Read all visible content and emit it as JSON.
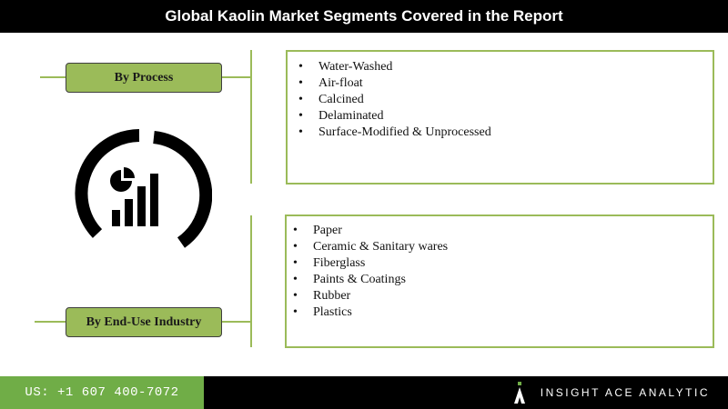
{
  "title": "Global Kaolin Market Segments Covered in the Report",
  "segments": [
    {
      "label": "By Process",
      "items": [
        "Water-Washed",
        "Air-float",
        "Calcined",
        "Delaminated",
        "Surface-Modified & Unprocessed"
      ]
    },
    {
      "label": "By End-Use Industry",
      "items": [
        "Paper",
        "Ceramic & Sanitary wares",
        "Fiberglass",
        "Paints & Coatings",
        "Rubber",
        "Plastics"
      ]
    }
  ],
  "icon": "bar-chart-pie-icon",
  "footer": {
    "phone": "US: +1 607 400-7072",
    "brand": "INSIGHT ACE ANALYTIC",
    "brand_logo_icon": "insight-ace-logo-icon"
  },
  "colors": {
    "accent_green": "#9bbb59",
    "footer_green": "#70ad47",
    "title_bg": "#000000"
  }
}
